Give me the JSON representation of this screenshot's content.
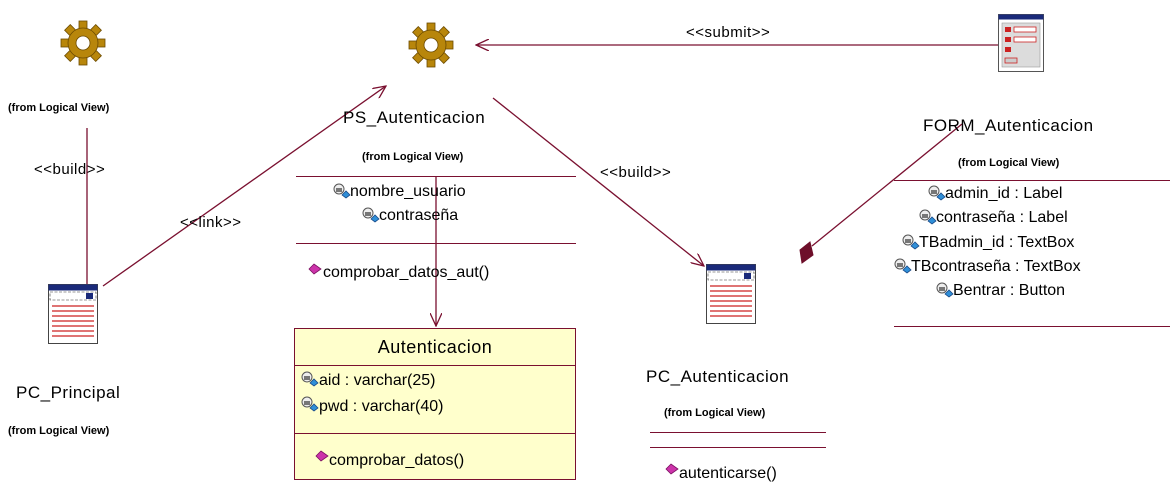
{
  "diagram": {
    "from_label": "(from Logical View)",
    "stereotypes": {
      "build": "<<build>>",
      "link": "<<link>>",
      "submit": "<<submit>>"
    },
    "ps_autenticacion": {
      "name": "PS_Autenticacion",
      "attributes": [
        "nombre_usuario",
        "contraseña"
      ],
      "operations": [
        "comprobar_datos_aut()"
      ]
    },
    "autenticacion": {
      "name": "Autenticacion",
      "attributes": [
        "aid : varchar(25)",
        "pwd : varchar(40)"
      ],
      "operations": [
        "comprobar_datos()"
      ]
    },
    "form_autenticacion": {
      "name": "FORM_Autenticacion",
      "attributes": [
        "admin_id : Label",
        "contraseña : Label",
        "TBadmin_id : TextBox",
        "TBcontraseña : TextBox",
        "Bentrar : Button"
      ]
    },
    "pc_principal": {
      "name": "PC_Principal"
    },
    "pc_autenticacion": {
      "name": "PC_Autenticacion",
      "operations": [
        "autenticarse()"
      ]
    },
    "colors": {
      "line": "#7a1030",
      "class_fill": "#ffffcc",
      "gear": "#b8860b",
      "page_blue": "#1a2a7a",
      "page_lines": "#cc2222",
      "attr_icon_blue": "#2f8fd8",
      "op_icon_magenta": "#cc33aa"
    }
  }
}
